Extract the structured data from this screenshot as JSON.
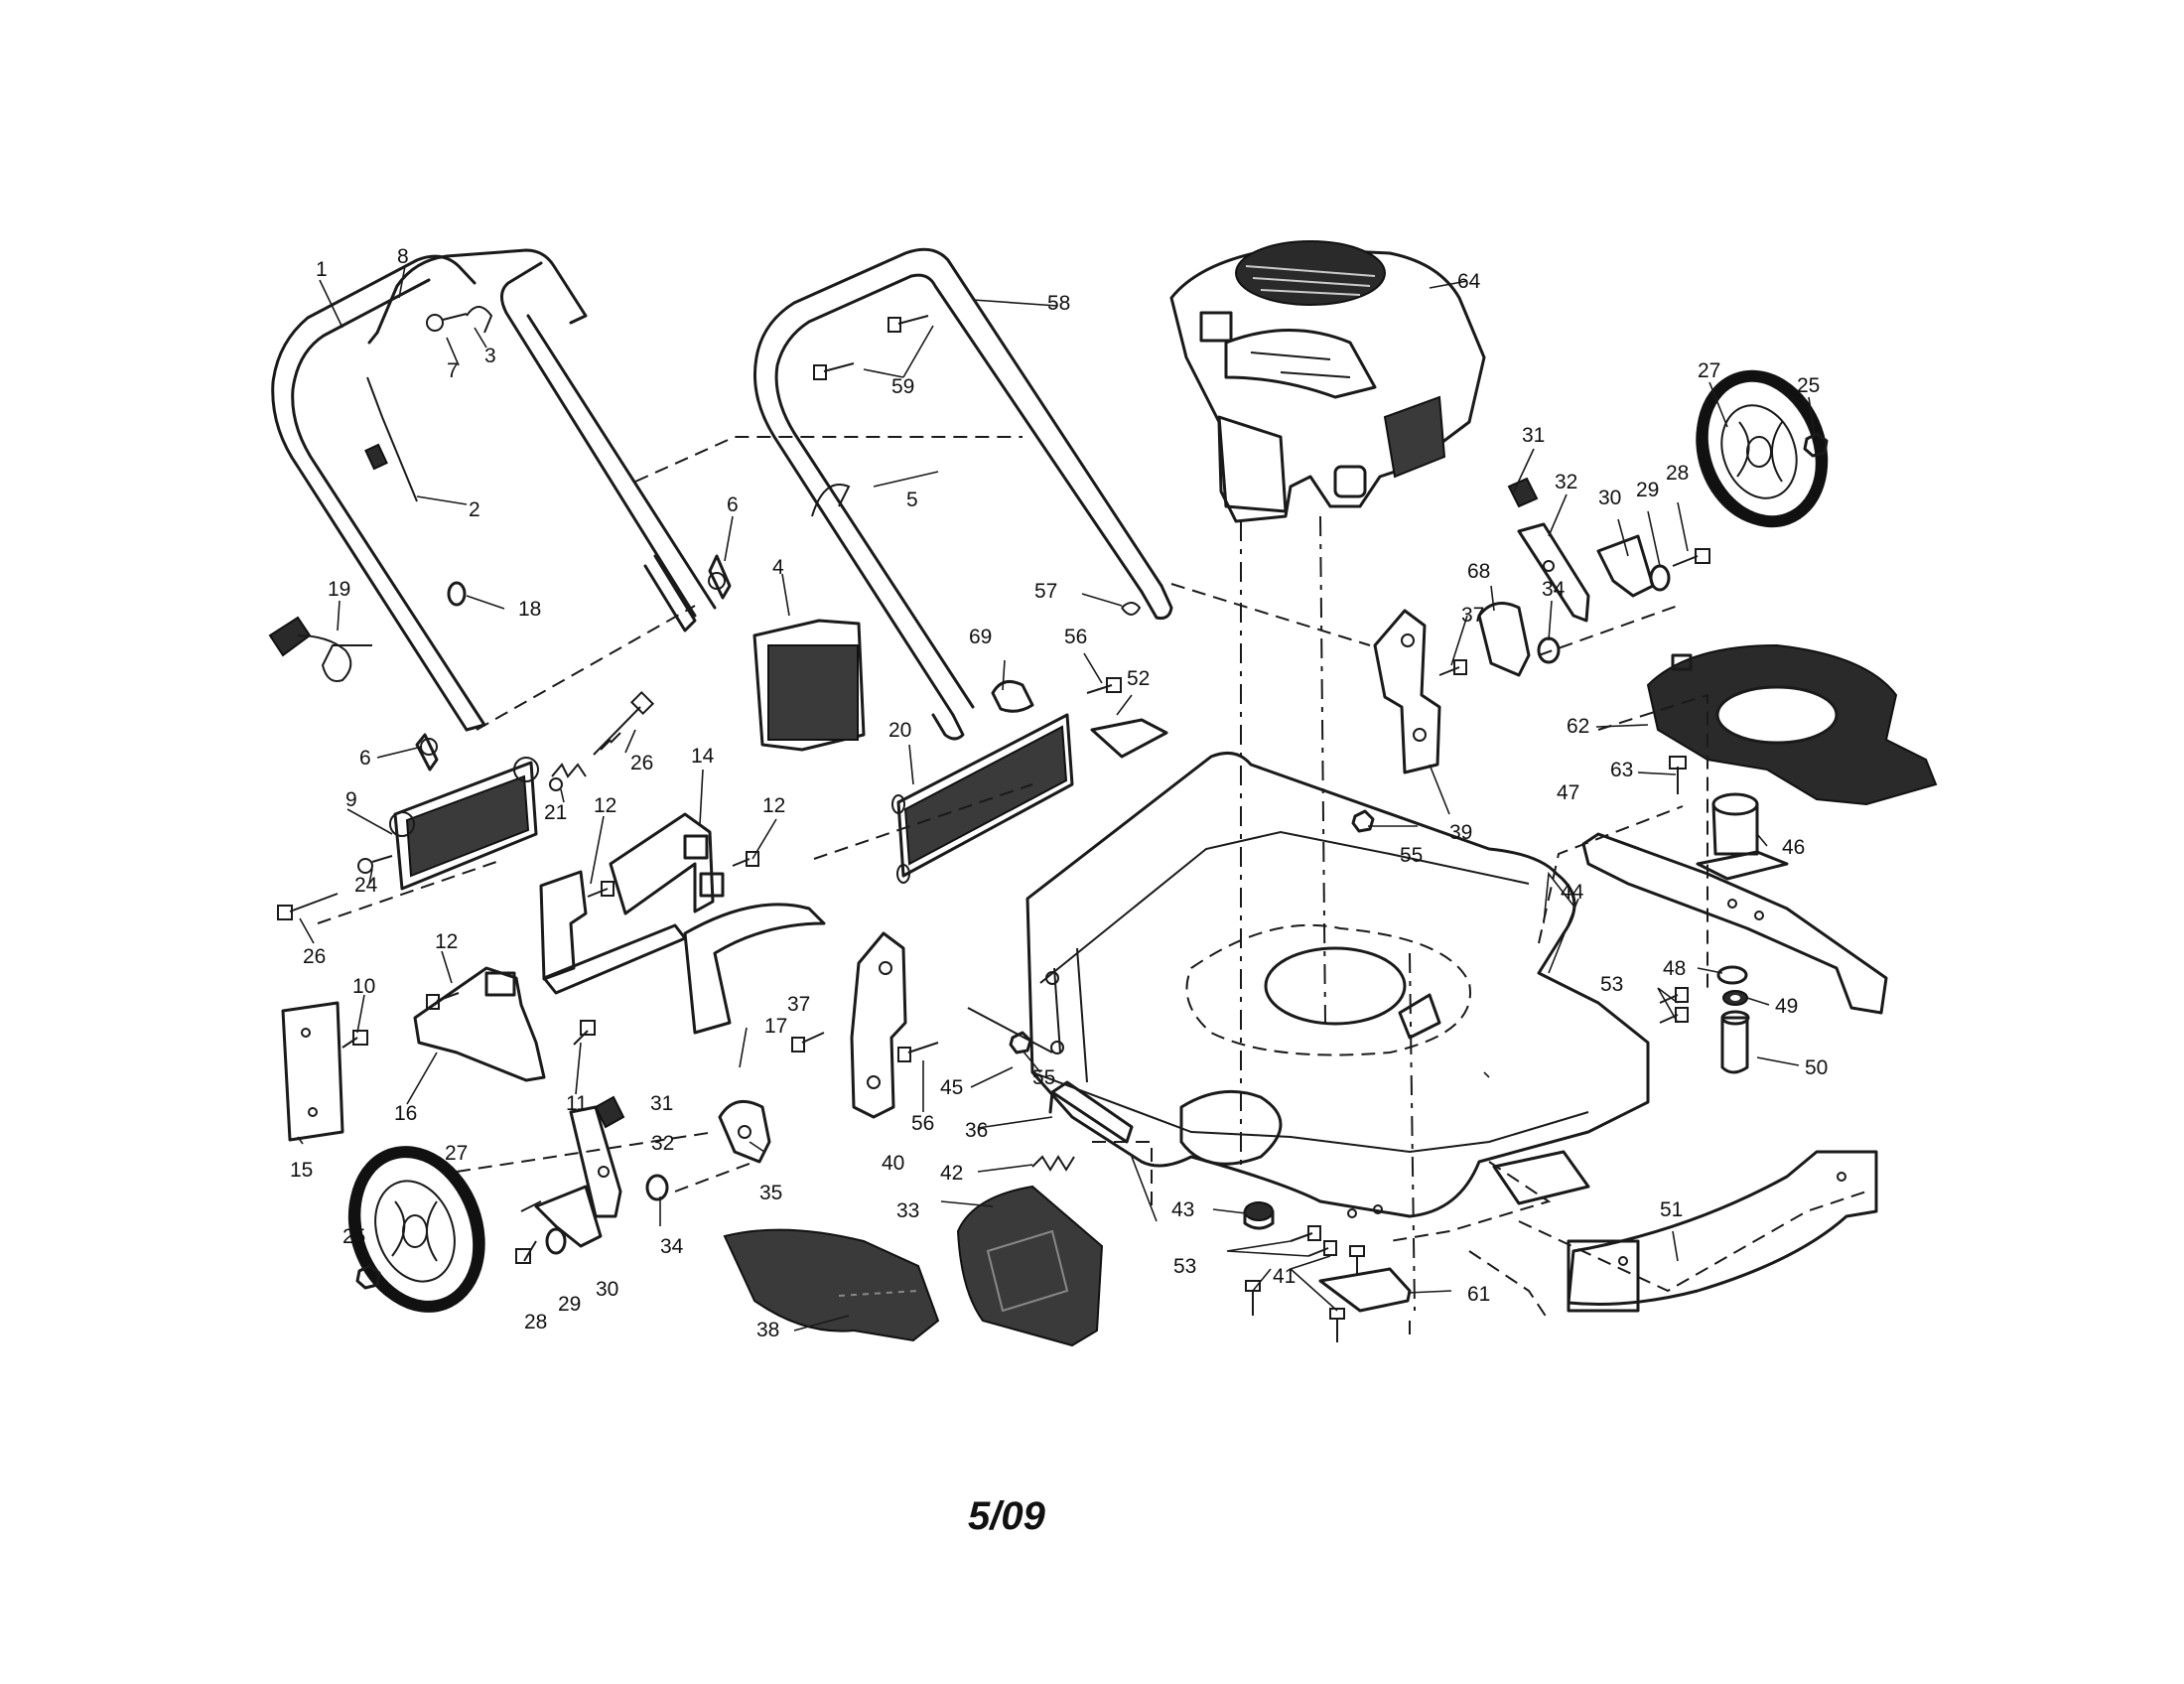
{
  "diagram": {
    "diagram_code": "5/09",
    "callouts": [
      "1",
      "2",
      "3",
      "4",
      "5",
      "6",
      "7",
      "8",
      "9",
      "10",
      "11",
      "12",
      "14",
      "15",
      "16",
      "17",
      "18",
      "19",
      "20",
      "21",
      "24",
      "25",
      "26",
      "27",
      "28",
      "29",
      "30",
      "31",
      "32",
      "33",
      "34",
      "35",
      "36",
      "37",
      "38",
      "39",
      "40",
      "41",
      "42",
      "43",
      "44",
      "45",
      "46",
      "47",
      "48",
      "49",
      "50",
      "51",
      "52",
      "53",
      "55",
      "56",
      "57",
      "58",
      "59",
      "61",
      "62",
      "63",
      "64",
      "68",
      "69"
    ]
  }
}
